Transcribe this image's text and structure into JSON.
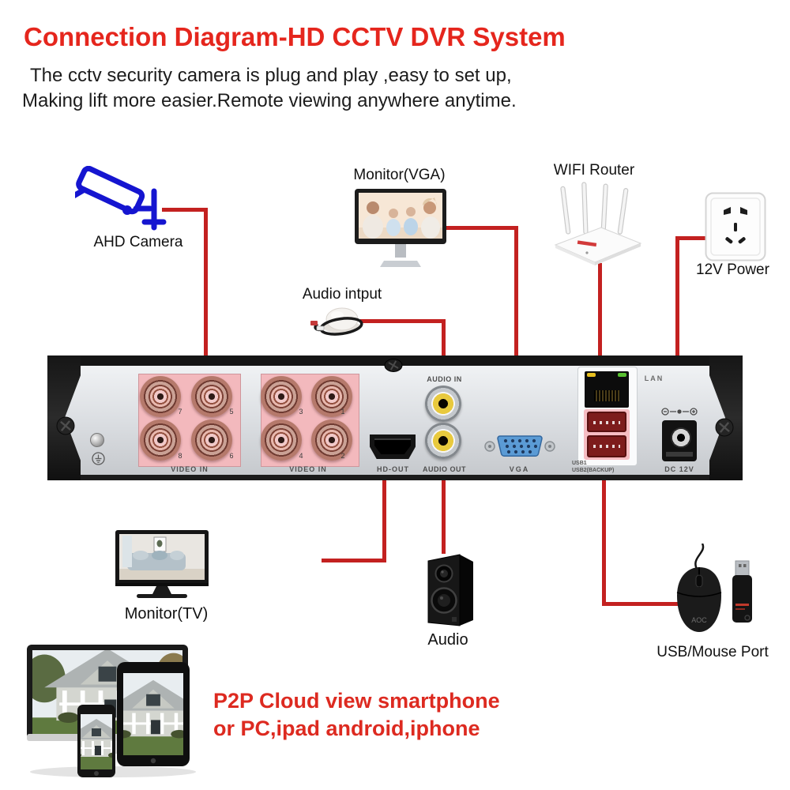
{
  "header": {
    "title": "Connection Diagram-HD CCTV DVR System",
    "subtitle1": "The cctv  security camera  is plug and play ,easy to set up,",
    "subtitle2": "Making lift more easier.Remote viewing anywhere anytime."
  },
  "components": {
    "camera": "AHD Camera",
    "monitor_vga": "Monitor(VGA)",
    "wifi_router": "WIFI Router",
    "power": "12V Power",
    "audio_input": "Audio intput",
    "monitor_tv": "Monitor(TV)",
    "speaker": "Audio",
    "usb_mouse": "USB/Mouse Port"
  },
  "dvr": {
    "video_in_left": "VIDEO IN",
    "video_in_right": "VIDEO IN",
    "hd_out": "HD-OUT",
    "audio_in": "AUDIO IN",
    "audio_out": "AUDIO OUT",
    "vga": "VGA",
    "lan": "LAN",
    "usb1": "USB1",
    "usb2": "USB2(BACKUP)",
    "dc_12v": "DC 12V",
    "bnc_left": [
      "7",
      "5",
      "8",
      "6"
    ],
    "bnc_right": [
      "3",
      "1",
      "4",
      "2"
    ]
  },
  "footer": {
    "line1": "P2P Cloud view smartphone",
    "line2": "or PC,ipad android,iphone"
  },
  "devices": {
    "mouse_brand": "AOC"
  },
  "colors": {
    "line_red": "#c32120",
    "title_red": "#e5261d",
    "footer_red": "#dd2a20",
    "camera_blue": "#1515d0",
    "bnc_panel_pink": "#f3b9bd",
    "vga_blue": "#5b9bd5"
  }
}
